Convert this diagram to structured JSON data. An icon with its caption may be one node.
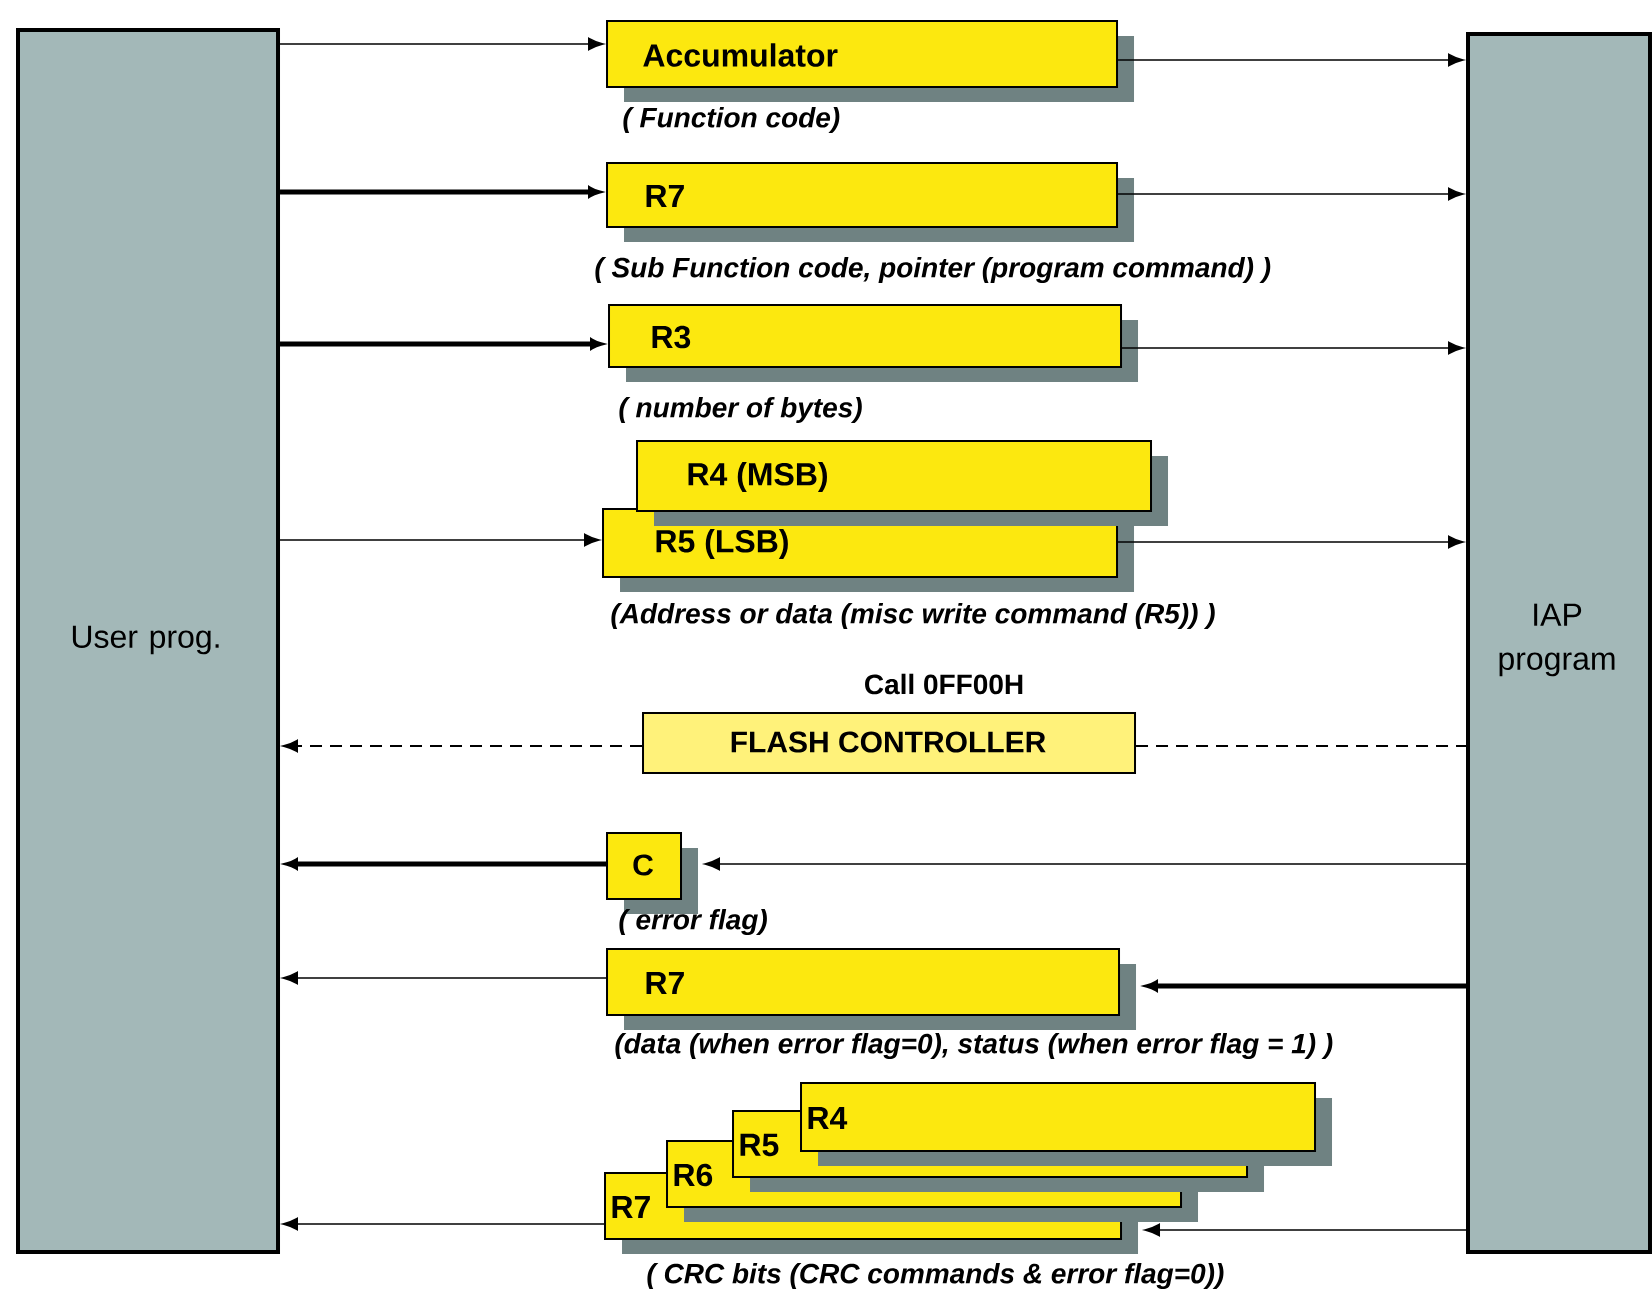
{
  "diagram": {
    "nodes": [
      {
        "text": [
          "User prog."
        ]
      },
      {
        "text": [
          "IAP program"
        ]
      },
      {
        "text": [
          "Accumulator"
        ],
        "beside": [
          "( Function code)"
        ]
      },
      {
        "text": [
          "R7"
        ],
        "beside": [
          "( Sub Function code, pointer (program command) )"
        ]
      },
      {
        "text": [
          "R3"
        ],
        "beside": [
          "( number of bytes)"
        ]
      },
      {
        "text": [
          "R4 (MSB)"
        ]
      },
      {
        "text": [
          "R5 (LSB)"
        ],
        "beside": [
          "(Address or data (misc write command (R5)) )"
        ]
      },
      {
        "text": [
          "FLASH CONTROLLER"
        ],
        "beside": [
          "Call 0FF00H"
        ]
      },
      {
        "text": [
          "C"
        ],
        "beside": [
          "( error flag)"
        ]
      },
      {
        "text": [
          "R7"
        ],
        "beside": [
          "(data (when error flag=0), status (when error flag = 1) )"
        ]
      },
      {
        "text": [
          "R4"
        ]
      },
      {
        "text": [
          "R5"
        ]
      },
      {
        "text": [
          "R6"
        ]
      },
      {
        "text": [
          "R7"
        ],
        "beside": [
          "( CRC bits (CRC commands & error flag=0))"
        ]
      }
    ],
    "edges": [
      {
        "from": 0,
        "to": 2,
        "arrow": "to"
      },
      {
        "from": 2,
        "to": 1,
        "arrow": "to"
      },
      {
        "from": 0,
        "to": 3,
        "arrow": "to",
        "style": "thick"
      },
      {
        "from": 3,
        "to": 1,
        "arrow": "to"
      },
      {
        "from": 0,
        "to": 4,
        "arrow": "to",
        "style": "thick"
      },
      {
        "from": 4,
        "to": 1,
        "arrow": "to"
      },
      {
        "from": 0,
        "to": 6,
        "arrow": "to"
      },
      {
        "from": 6,
        "to": 1,
        "arrow": "to"
      },
      {
        "from": 7,
        "to": 0,
        "arrow": "to",
        "style": "dashed"
      },
      {
        "from": 7,
        "to": 1,
        "arrow": "none",
        "style": "dashed"
      },
      {
        "from": 1,
        "to": 8,
        "arrow": "to"
      },
      {
        "from": 8,
        "to": 0,
        "arrow": "to",
        "style": "thick"
      },
      {
        "from": 1,
        "to": 9,
        "arrow": "to",
        "style": "thick"
      },
      {
        "from": 9,
        "to": 0,
        "arrow": "to"
      },
      {
        "from": 1,
        "to": 13,
        "arrow": "to"
      },
      {
        "from": 13,
        "to": 0,
        "arrow": "to"
      }
    ]
  }
}
